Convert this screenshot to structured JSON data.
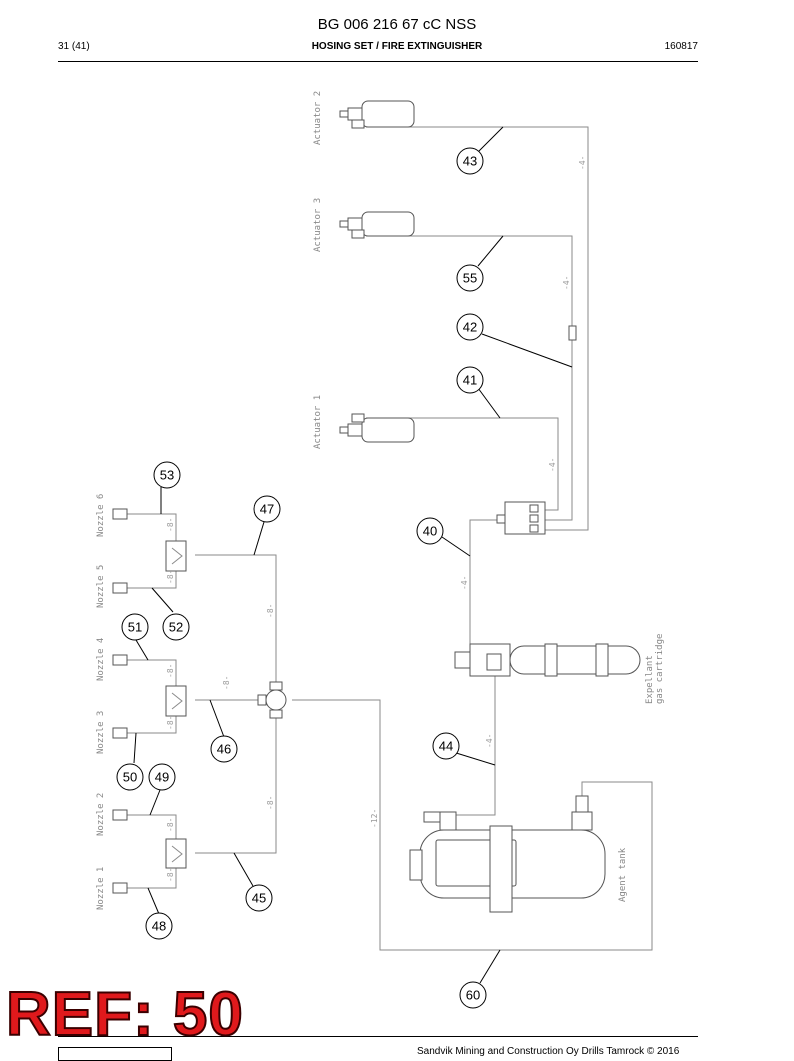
{
  "header": {
    "doc_title": "BG 006 216 67 cC NSS",
    "page": "31 (41)",
    "section": "HOSING SET / FIRE EXTINGUISHER",
    "date": "160817"
  },
  "diagram": {
    "labels": {
      "actuator_2": "Actuator 2",
      "actuator_3": "Actuator 3",
      "actuator_1": "Actuator 1",
      "nozzle_6": "Nozzle 6",
      "nozzle_5": "Nozzle 5",
      "nozzle_4": "Nozzle 4",
      "nozzle_3": "Nozzle 3",
      "nozzle_2": "Nozzle 2",
      "nozzle_1": "Nozzle 1",
      "expellant": "Expellant",
      "gas_cartridge": "gas cartridge",
      "agent_tank": "Agent tank"
    },
    "hose_sizes": {
      "size_4": "-4-",
      "size_8": "-8-",
      "size_12": "-12-"
    },
    "callouts": [
      "43",
      "55",
      "42",
      "41",
      "53",
      "47",
      "40",
      "51",
      "52",
      "46",
      "44",
      "50",
      "49",
      "45",
      "48",
      "60"
    ]
  },
  "stamp": {
    "ref": "REF: 50"
  },
  "footer": {
    "copyright": "Sandvik Mining and Construction Oy Drills Tamrock © 2016"
  }
}
